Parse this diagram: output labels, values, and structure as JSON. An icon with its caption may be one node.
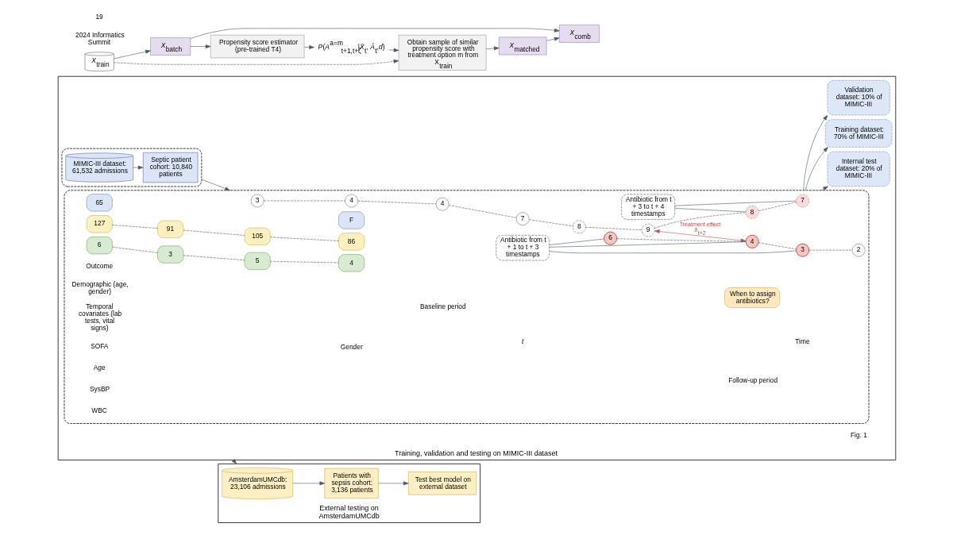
{
  "diagram": {
    "nodes": [
      {
        "text": [
          "Training, validation and testing on MIMIC-III dataset"
        ]
      },
      {
        "text": [],
        "shape": "box",
        "in": 0
      },
      {
        "text": [
          "MIMIC-III dataset: 61,532 admissions"
        ],
        "in": 1
      },
      {
        "text": [
          "Septic patient cohort: 10,840 patients"
        ],
        "in": 1
      },
      {
        "text": [],
        "shape": "box",
        "in": 0
      },
      {
        "text": [
          "3"
        ],
        "in": 4
      },
      {
        "text": [
          "4"
        ],
        "in": 4
      },
      {
        "text": [
          "4"
        ],
        "in": 4
      },
      {
        "text": [
          "7"
        ],
        "in": 4
      },
      {
        "text": [
          "8"
        ],
        "in": 4
      },
      {
        "text": [
          "9"
        ],
        "in": 4
      },
      {
        "text": [
          "8"
        ],
        "in": 4
      },
      {
        "text": [
          "7"
        ],
        "in": 4
      },
      {
        "text": [
          "6"
        ],
        "in": 4
      },
      {
        "text": [
          "4"
        ],
        "in": 4
      },
      {
        "text": [
          "3"
        ],
        "in": 4
      },
      {
        "text": [
          "2"
        ],
        "in": 4
      },
      {
        "text": [
          "Antibiotic from t + 3 to t + 4 timestamps"
        ],
        "in": 4
      },
      {
        "text": [
          "Antibiotic from t + 1 to t + 3 timestamps"
        ],
        "in": 4
      },
      {
        "text": [
          "65"
        ],
        "in": 4
      },
      {
        "text": [
          "F"
        ],
        "in": 4
      },
      {
        "text": [
          "127"
        ],
        "in": 4
      },
      {
        "text": [
          "91"
        ],
        "in": 4
      },
      {
        "text": [
          "105"
        ],
        "in": 4
      },
      {
        "text": [
          "86"
        ],
        "in": 4
      },
      {
        "text": [
          "6"
        ],
        "in": 4
      },
      {
        "text": [
          "3"
        ],
        "in": 4
      },
      {
        "text": [
          "5"
        ],
        "in": 4
      },
      {
        "text": [
          "4"
        ],
        "in": 4
      },
      {
        "text": [
          "When to assign antibiotics?"
        ],
        "in": 4
      },
      {
        "text": [
          "Training dataset: 70% of MIMIC-III"
        ],
        "in": 0
      },
      {
        "text": [
          "Validation dataset: 10% of MIMIC-III"
        ],
        "in": 0
      },
      {
        "text": [
          "Internal test dataset: 20% of MIMIC-III"
        ],
        "in": 0
      },
      {
        "text": [
          "External testing on AmsterdamUMCdb"
        ]
      },
      {
        "text": [
          "AmsterdamUMCdb: 23,106 admissions"
        ],
        "in": 33
      },
      {
        "text": [
          "Patients with sepsis cohort: 3,136 patients"
        ],
        "in": 33
      },
      {
        "text": [
          "Test best model on external dataset"
        ],
        "in": 33
      },
      {
        "text": [
          "*X*$_{batch}$"
        ]
      },
      {
        "text": [
          "Propensity score estimator (pre-trained T4)"
        ]
      },
      {
        "text": [
          "*X*$_{matched}$"
        ]
      },
      {
        "text": [
          "*X*$_{comb}$"
        ]
      },
      {
        "text": [
          "*X*$_{train}$"
        ]
      },
      {
        "text": [
          "*P*(*A*$^{a=m}$$_{t+1,t+ζ}$|*X̄*$_{t}$, *Ā*$_{t}$,*d*)"
        ]
      },
      {
        "text": [
          "Obtain sample of similar propensity score with treatment option m from X$_{train}$"
        ]
      }
    ],
    "edges": [
      {
        "from": 2,
        "to": 3,
        "arrow": "to"
      },
      {
        "from": 1,
        "to": 4,
        "arrow": "to"
      },
      {
        "from": 4,
        "to": 30,
        "arrow": "to"
      },
      {
        "from": 4,
        "to": 31,
        "arrow": "to"
      },
      {
        "from": 4,
        "to": 32,
        "arrow": "to"
      },
      {
        "from": 0,
        "to": 33,
        "arrow": "to"
      },
      {
        "from": 34,
        "to": 35,
        "arrow": "to"
      },
      {
        "from": 35,
        "to": 36,
        "arrow": "to"
      },
      {
        "from": 5,
        "to": 6,
        "arrow": "none",
        "style": "dashed"
      },
      {
        "from": 6,
        "to": 7,
        "arrow": "none",
        "style": "dashed"
      },
      {
        "from": 7,
        "to": 8,
        "arrow": "none",
        "style": "dashed"
      },
      {
        "from": 8,
        "to": 9,
        "arrow": "none",
        "style": "dashed"
      },
      {
        "from": 9,
        "to": 10,
        "arrow": "none",
        "style": "dashed"
      },
      {
        "from": 10,
        "to": 11,
        "arrow": "none",
        "style": "dashed"
      },
      {
        "from": 11,
        "to": 12,
        "arrow": "none",
        "style": "dashed"
      },
      {
        "from": 13,
        "to": 14,
        "arrow": "none",
        "style": "dashed"
      },
      {
        "from": 14,
        "to": 15,
        "arrow": "none",
        "style": "dashed"
      },
      {
        "from": 15,
        "to": 16,
        "arrow": "none",
        "style": "dashed"
      },
      {
        "from": 10,
        "to": 14,
        "arrow": "both",
        "label": "Treatment effect δ$_{t+2}$",
        "color": "#c0504d"
      },
      {
        "from": 17,
        "to": 11,
        "arrow": "none"
      },
      {
        "from": 17,
        "to": 12,
        "arrow": "none"
      },
      {
        "from": 18,
        "to": 13,
        "arrow": "none"
      },
      {
        "from": 18,
        "to": 14,
        "arrow": "none"
      },
      {
        "from": 18,
        "to": 15,
        "arrow": "none"
      },
      {
        "from": 21,
        "to": 22,
        "arrow": "none",
        "style": "dashed"
      },
      {
        "from": 22,
        "to": 23,
        "arrow": "none",
        "style": "dashed"
      },
      {
        "from": 23,
        "to": 24,
        "arrow": "none",
        "style": "dashed"
      },
      {
        "from": 25,
        "to": 26,
        "arrow": "none",
        "style": "dashed"
      },
      {
        "from": 26,
        "to": 27,
        "arrow": "none",
        "style": "dashed"
      },
      {
        "from": 27,
        "to": 28,
        "arrow": "none",
        "style": "dashed"
      },
      {
        "from": 41,
        "to": 37,
        "arrow": "to"
      },
      {
        "from": 37,
        "to": 38,
        "arrow": "to"
      },
      {
        "from": 38,
        "to": 42,
        "arrow": "to"
      },
      {
        "from": 42,
        "to": 43,
        "arrow": "to"
      },
      {
        "from": 41,
        "to": 43,
        "arrow": "to",
        "style": "dashed"
      },
      {
        "from": 43,
        "to": 39,
        "arrow": "to"
      },
      {
        "from": 39,
        "to": 40,
        "arrow": "to"
      },
      {
        "from": 37,
        "to": 40,
        "arrow": "to"
      }
    ],
    "labels": [
      "Outcome",
      "Demographic (age, gender)",
      "Temporal covariates (lab tests, vital signs)",
      "SOFA",
      "Age",
      "Gender",
      "SysBP",
      "WBC",
      "Baseline period",
      "*t*",
      "Follow-up period",
      "Time",
      "Fig. 1",
      "2024 Informatics Summit",
      "19"
    ]
  }
}
